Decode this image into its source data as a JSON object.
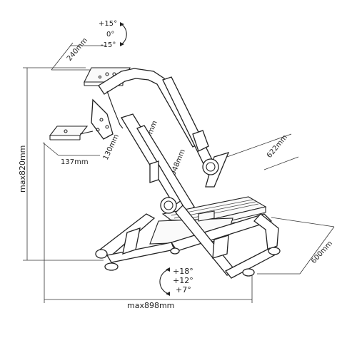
{
  "angles_top": [
    "+15°",
    "0°",
    "-15°"
  ],
  "angles_bottom": [
    "+18°",
    "+12°",
    "+7°"
  ],
  "dims": {
    "plate_width": "240mm",
    "shifter_plate": "137mm",
    "mount_height": "130mm",
    "tube_small": "Ø35mm",
    "tube_large": "Ø48mm",
    "depth_top": "622mm",
    "height_max": "max820mm",
    "base_depth": "600mm",
    "width_max": "max898mm"
  }
}
